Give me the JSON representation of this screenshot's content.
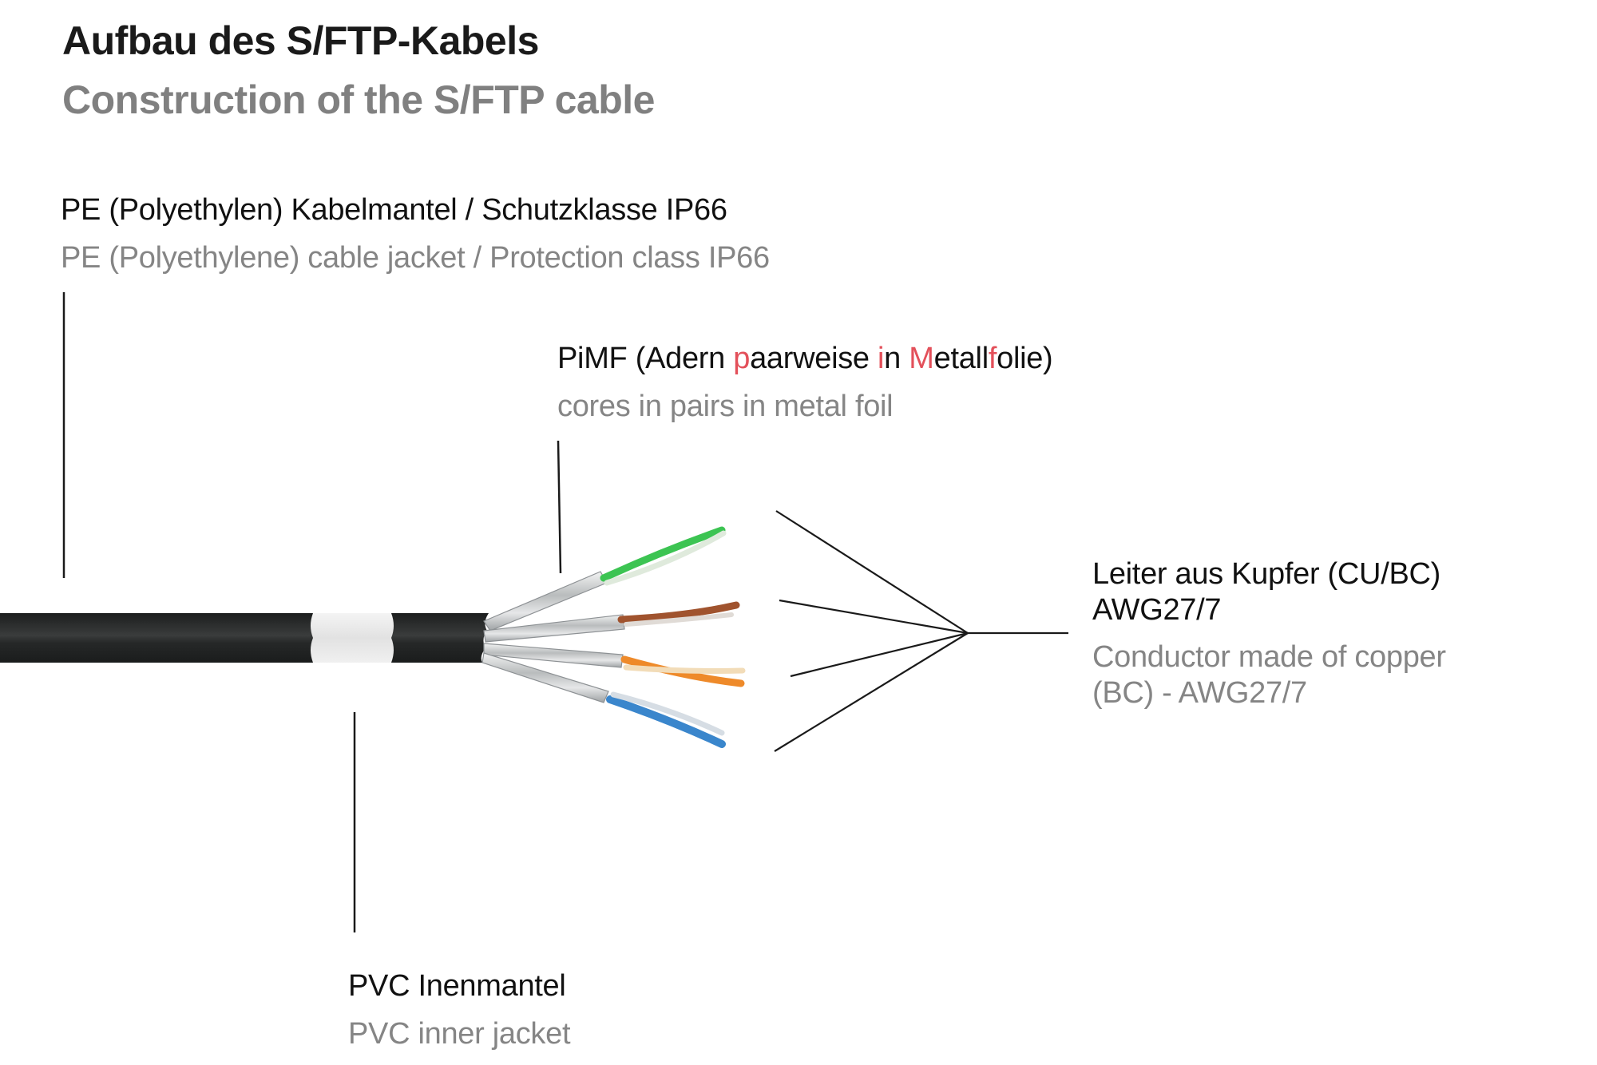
{
  "title": {
    "de": "Aufbau des S/FTP-Kabels",
    "en": "Construction of the S/FTP cable"
  },
  "annotations": {
    "outer_jacket": {
      "de": "PE (Polyethylen) Kabelmantel / Schutzklasse IP66",
      "en": "PE (Polyethylene) cable jacket / Protection class IP66"
    },
    "pimf": {
      "de_segments": [
        {
          "text": "PiMF (Adern ",
          "accent": false
        },
        {
          "text": "p",
          "accent": true
        },
        {
          "text": "aarweise ",
          "accent": false
        },
        {
          "text": "i",
          "accent": true
        },
        {
          "text": "n ",
          "accent": false
        },
        {
          "text": "M",
          "accent": true
        },
        {
          "text": "etall",
          "accent": false
        },
        {
          "text": "f",
          "accent": true
        },
        {
          "text": "olie)",
          "accent": false
        }
      ],
      "en": "cores in pairs in metal foil"
    },
    "conductor": {
      "de_line1": "Leiter aus Kupfer (CU/BC)",
      "de_line2": "AWG27/7",
      "en_line1": "Conductor made of copper",
      "en_line2": "(BC) - AWG27/7"
    },
    "inner_jacket": {
      "de": "PVC Inenmantel",
      "en": "PVC inner jacket"
    }
  },
  "colors": {
    "accent": "#e3505a",
    "text_primary": "#111111",
    "text_secondary": "#858585",
    "cable_jacket": "#222424",
    "inner_jacket": "#ededed",
    "foil": "#c9cbcc",
    "pairs": {
      "green": "#3cc452",
      "brown": "#a0532e",
      "orange": "#ee8a2a",
      "blue": "#3a86cc"
    }
  }
}
